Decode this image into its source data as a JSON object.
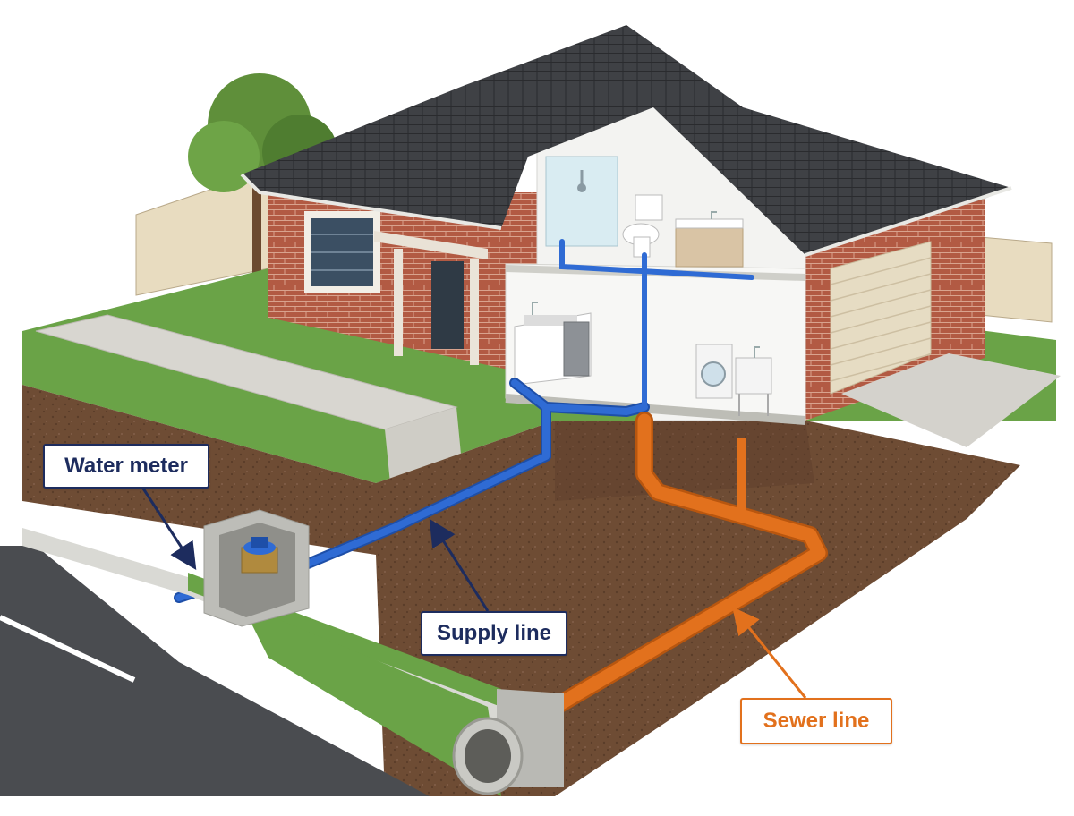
{
  "labels": {
    "water_meter": "Water meter",
    "supply_line": "Supply line",
    "sewer_line": "Sewer line"
  },
  "colors": {
    "supply": "#2f6bd4",
    "supply_dark": "#1e4fa8",
    "sewer": "#e2711d",
    "sewer_dark": "#b8560f",
    "callout_navy": "#1d2c5e",
    "callout_orange": "#e2711d",
    "brick": "#b25a43",
    "roof": "#3f4145",
    "grass": "#6aa347",
    "soil": "#6b4a33",
    "asphalt": "#4a4c50",
    "concrete": "#cfcfcb"
  },
  "icons": [
    "tree-icon",
    "shower-icon",
    "toilet-icon",
    "vanity-icon",
    "sink-icon",
    "dishwasher-icon",
    "washing-machine-icon",
    "laundry-tub-icon",
    "garage-door-icon",
    "water-meter-icon",
    "sewer-main-icon"
  ]
}
